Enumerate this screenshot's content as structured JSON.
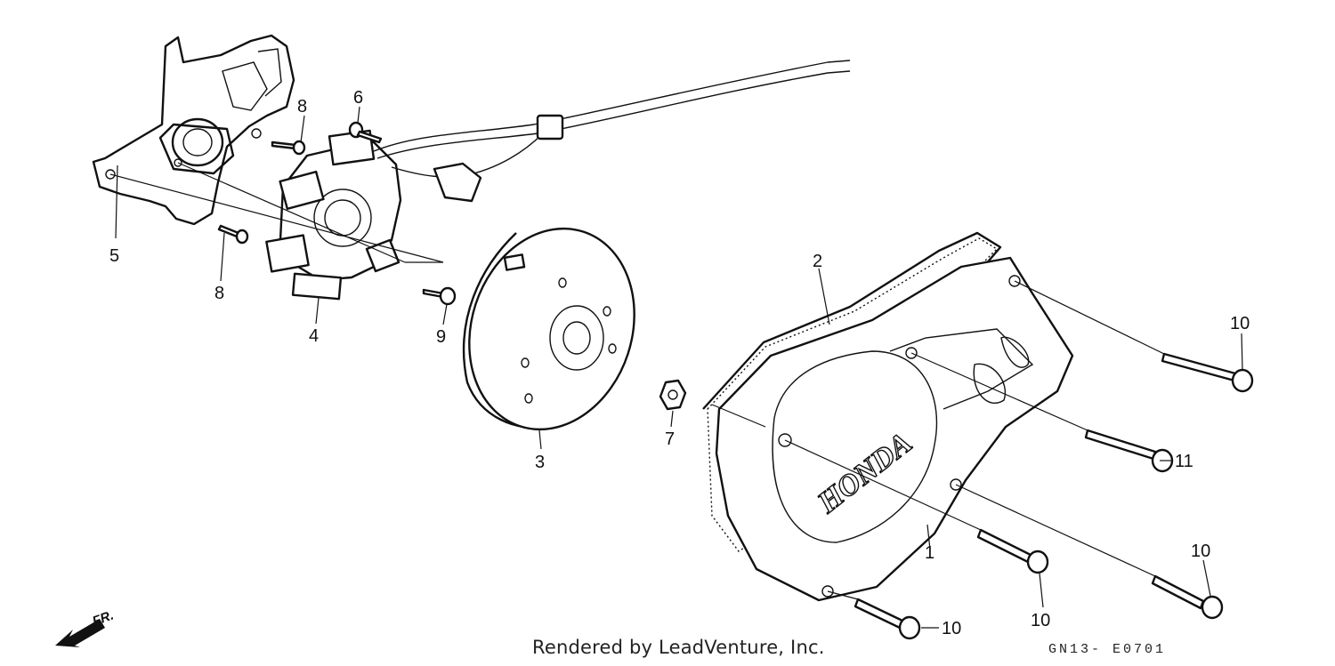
{
  "diagram": {
    "callouts": [
      {
        "id": "1",
        "text": "1"
      },
      {
        "id": "2",
        "text": "2"
      },
      {
        "id": "3",
        "text": "3"
      },
      {
        "id": "4",
        "text": "4"
      },
      {
        "id": "5",
        "text": "5"
      },
      {
        "id": "6",
        "text": "6"
      },
      {
        "id": "7",
        "text": "7"
      },
      {
        "id": "8a",
        "text": "8"
      },
      {
        "id": "8b",
        "text": "8"
      },
      {
        "id": "9",
        "text": "9"
      },
      {
        "id": "10a",
        "text": "10"
      },
      {
        "id": "10b",
        "text": "10"
      },
      {
        "id": "10c",
        "text": "10"
      },
      {
        "id": "10d",
        "text": "10"
      },
      {
        "id": "11",
        "text": "11"
      }
    ],
    "front_arrow_label": "FR.",
    "cover_logo": "HONDA"
  },
  "footer": {
    "credit": "Rendered by LeadVenture, Inc.",
    "figure_code": "GN13- E0701"
  }
}
